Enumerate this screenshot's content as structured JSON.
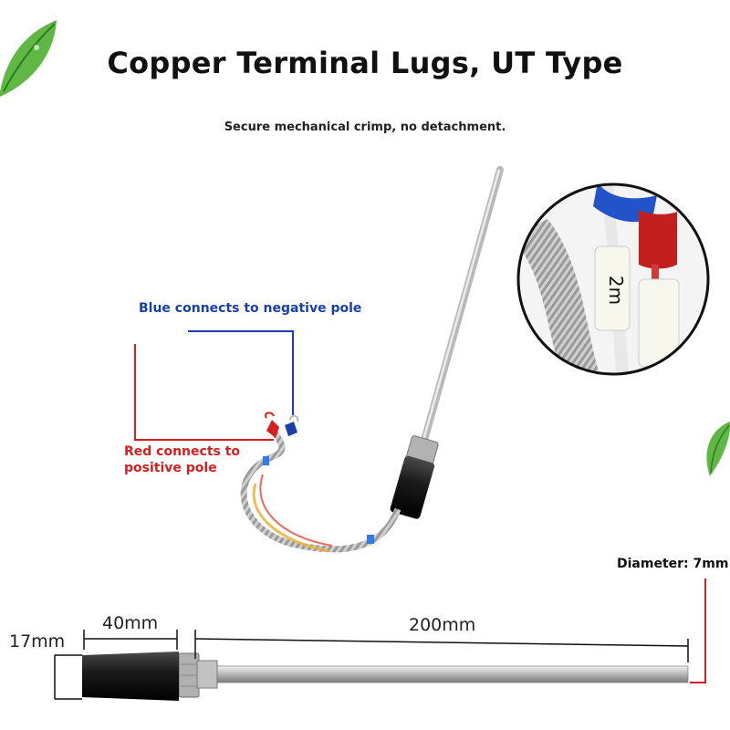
{
  "title": "Copper Terminal Lugs, UT Type",
  "subtitle": "Secure mechanical crimp, no detachment.",
  "labels": {
    "blue": "Blue connects to negative pole",
    "red": "Red connects to positive pole",
    "diameter": "Diameter: 7mm"
  },
  "dimensions": {
    "height": "17mm",
    "handle_length": "40mm",
    "probe_length": "200mm"
  },
  "inset_tag_text": "2m",
  "colors": {
    "blue_label": "#1a3fa8",
    "red_label": "#d42020",
    "leaf_green": "#4caf3a",
    "probe_steel": "#c9c9c9",
    "handle_black": "#1b1b1b"
  },
  "icons": [
    "leaf-icon",
    "leaf-icon"
  ]
}
